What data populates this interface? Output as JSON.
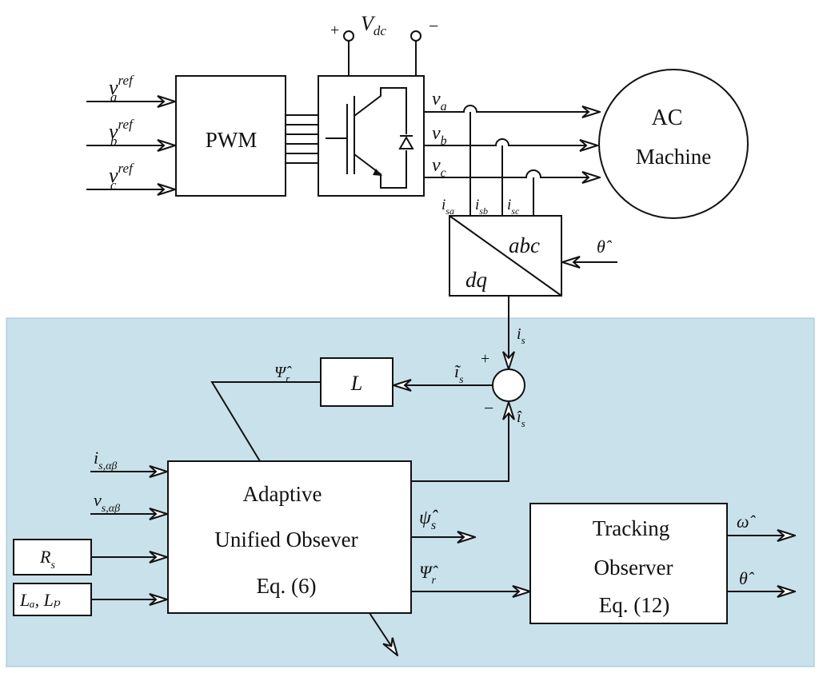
{
  "colors": {
    "observer_region": "#c8e1ea",
    "line": "#111111",
    "block_fill": "#ffffff"
  },
  "supply": {
    "label": "V_dc",
    "plus": "+",
    "minus": "−"
  },
  "pwm": {
    "label": "PWM",
    "inputs": [
      "v_a^ref",
      "v_b^ref",
      "v_c^ref"
    ]
  },
  "inverter": {
    "outputs": [
      "v_a",
      "v_b",
      "v_c"
    ]
  },
  "machine": {
    "line1": "AC",
    "line2": "Machine"
  },
  "currents": [
    "i_sa",
    "i_sb",
    "i_sc"
  ],
  "transform": {
    "from": "abc",
    "to": "dq",
    "angle_input": "θ̂"
  },
  "summer": {
    "input_top": "i_s",
    "plus": "+",
    "minus": "−",
    "feedback": "î_s",
    "error": "ĩ_s"
  },
  "gain_block": {
    "label": "L",
    "output": "Ψ̂_r"
  },
  "observer": {
    "line1": "Adaptive",
    "line2": "Unified Obsever",
    "line3": "Eq. (6)",
    "inputs": [
      "i_s,αβ",
      "v_s,αβ"
    ],
    "outputs": [
      "ψ̂_s",
      "Ψ̂_r"
    ]
  },
  "params": {
    "resistance": "R_s",
    "inductances": "L_d, L_q"
  },
  "tracking": {
    "line1": "Tracking",
    "line2": "Observer",
    "line3": "Eq. (12)",
    "outputs": [
      "ω̂",
      "θ̂"
    ]
  }
}
